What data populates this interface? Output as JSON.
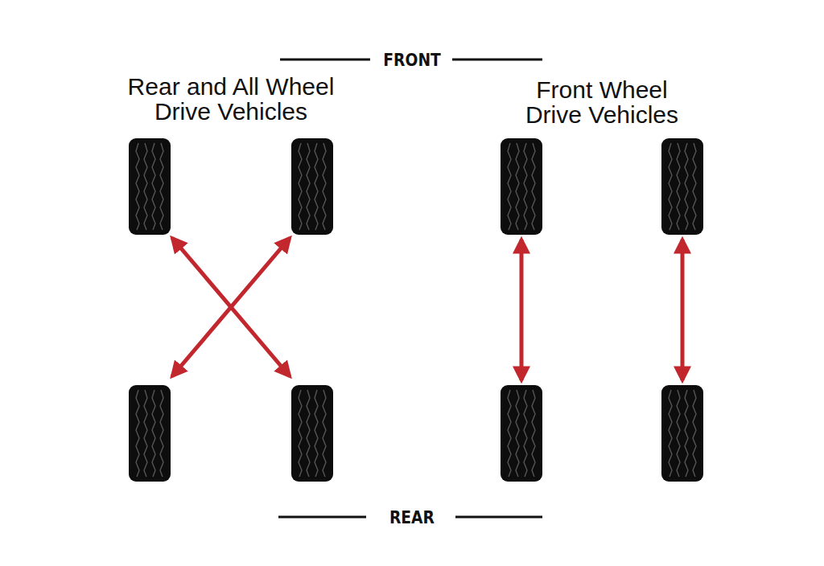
{
  "diagram": {
    "labels": [
      "FRONT",
      "REAR",
      "Rear and All Wheel Drive Vehicles",
      "Front Wheel Drive Vehicles"
    ]
  }
}
